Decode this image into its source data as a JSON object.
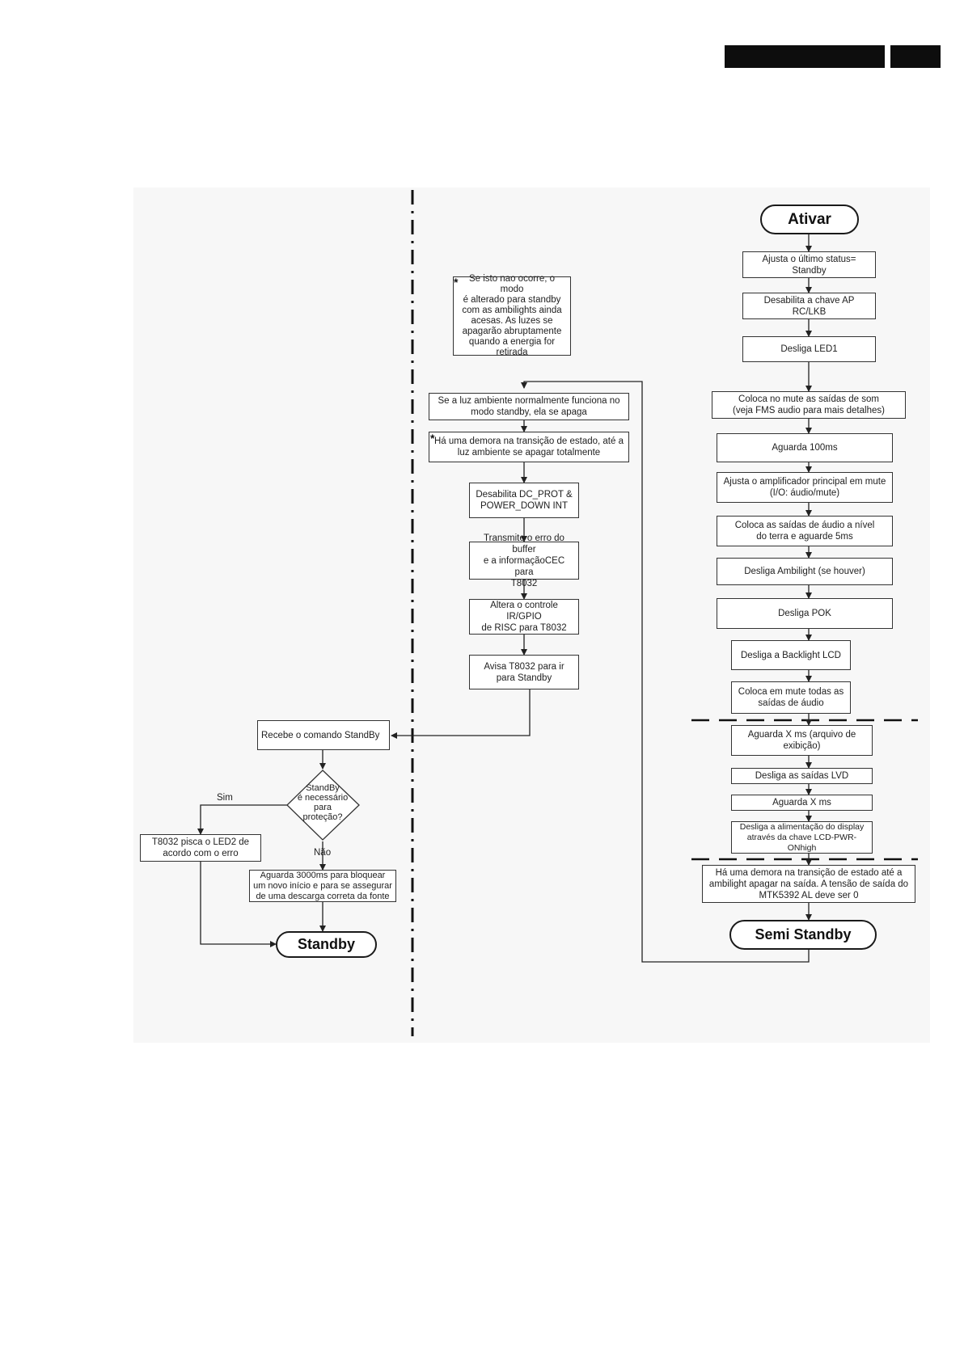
{
  "flow": {
    "ativar": "Ativar",
    "right_steps": [
      "Ajusta o último status=\nStandby",
      "Desabilita a chave AP\nRC/LKB",
      "Desliga LED1",
      "Coloca  no mute as saídas de som\n(veja FMS audio para mais detalhes)",
      "Aguarda 100ms",
      "Ajusta o amplificador principal  em  mute\n(I/O: áudio/mute)",
      "Coloca as saídas de áudio  a nível\ndo terra  e aguarde 5ms",
      "Desliga  Ambilight (se houver)",
      "Desliga  POK",
      "Desliga a Backlight LCD",
      "Coloca  em  mute todas as\nsaídas de áudio",
      "Aguarda X ms (arquivo de exibição)",
      "Desliga as saídas LVD",
      "Aguarda X ms",
      "Desliga a  alimentação  do display\natravés da chave LCD-PWR-ONhigh",
      "Há uma demora na transição de estado até a\nambilight apagar na saída. A tensão de saída do\nMTK5392 AL deve ser 0"
    ],
    "semi_standby": "Semi Standby",
    "note": "Se isto nao ocorre, o modo\né alterado para standby\ncom as ambilights ainda\nacesas. As luzes se\napagarão abruptamente\nquando a energia for\nretirada",
    "middle_steps": [
      "Se a luz ambiente normalmente funciona no\nmodo standby, ela se apaga",
      "Há uma demora na transição de estado, até a\nluz ambiente se apagar totalmente",
      "Desabilita DC_PROT &\nPOWER_DOWN INT",
      "Transmite o erro do buffer\ne a informaçãoCEC para\nT8032",
      "Altera o controle IR/GPIO\nde RISC para T8032",
      "Avisa T8032 para ir\npara Standby"
    ],
    "receive_standby": "Recebe o comando StandBy",
    "decision": "StandBy\né necessário\npara\nproteção?",
    "yes_label": "Sim",
    "no_label": "Não",
    "led_blink": "T8032 pisca o LED2 de\nacordo com o erro",
    "wait_3000": "Aguarda 3000ms para bloquear\num novo início e para se assegurar\nde uma  descarga correta  da fonte",
    "standby": "Standby",
    "star": "*"
  }
}
